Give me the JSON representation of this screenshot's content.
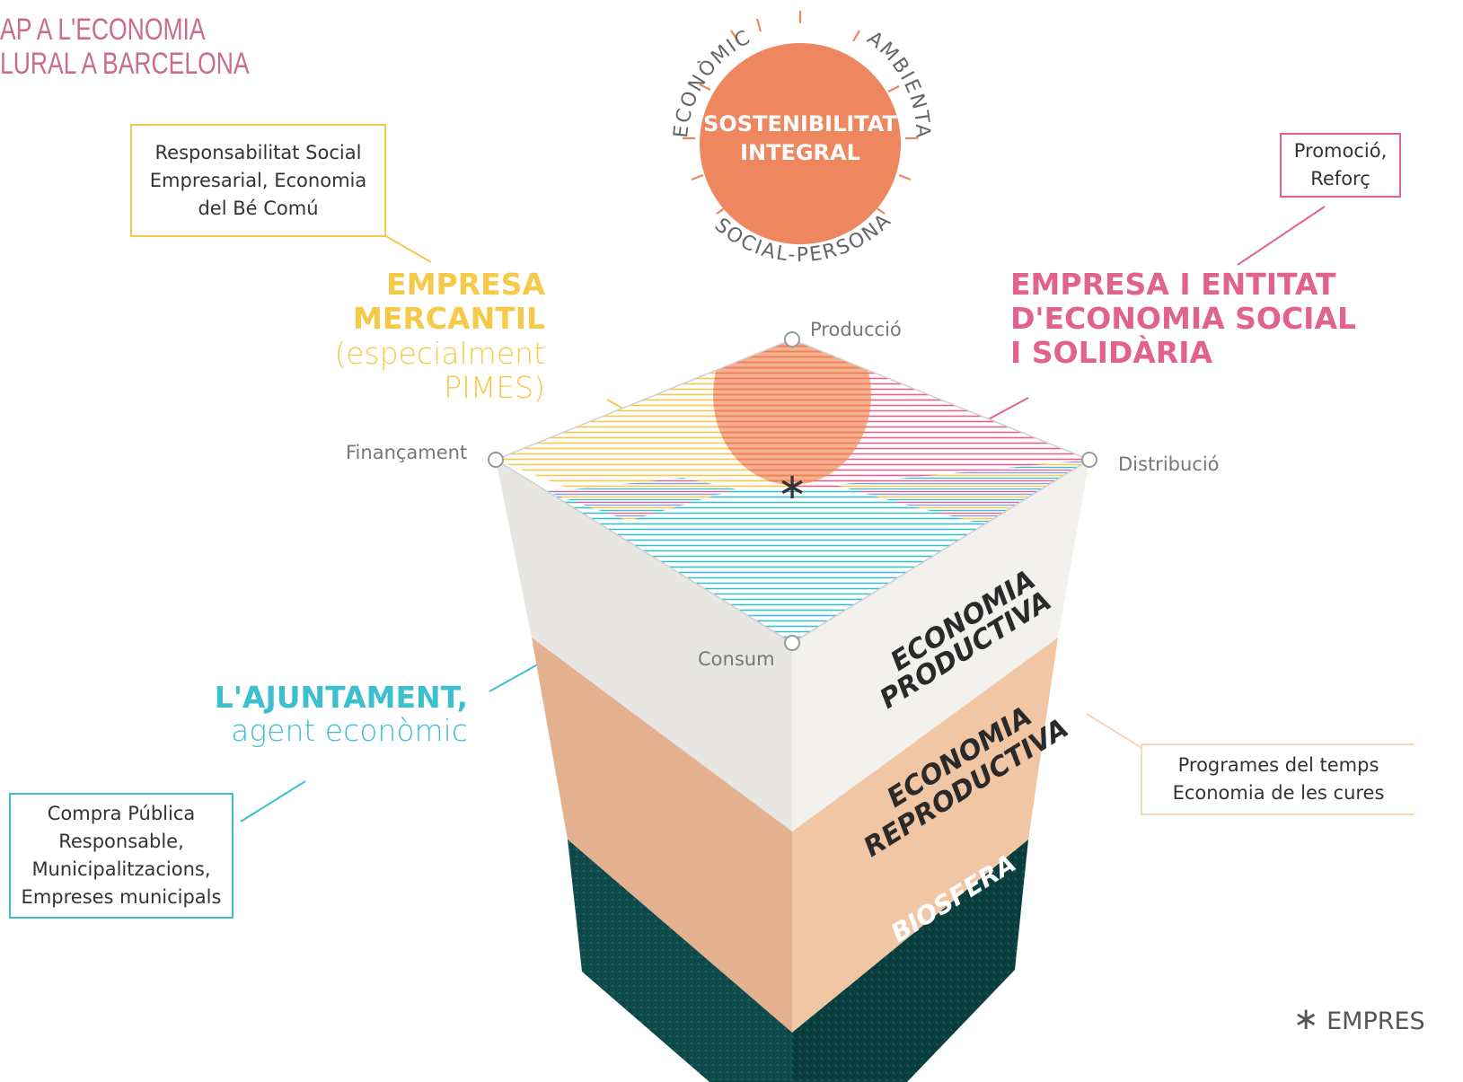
{
  "title": {
    "line1": "AP A L'ECONOMIA",
    "line2": "LURAL A BARCELONA"
  },
  "sun": {
    "label_line1": "SOSTENIBILITAT",
    "label_line2": "INTEGRAL",
    "arc_economica": "ECONÒMICA",
    "arc_ambiental": "AMBIENTAL",
    "arc_social": "SOCIAL-PERSONAL"
  },
  "boxes": {
    "rse": [
      "Responsabilitat Social",
      "Empresarial, Economia",
      "del Bé Comú"
    ],
    "promocio": [
      "Promoció,",
      "Reforç"
    ],
    "compra": [
      "Compra Pública",
      "Responsable,",
      "Municipalitzacions,",
      "Empreses municipals"
    ],
    "programes": [
      "Programes del temps",
      "Economia de les cures"
    ]
  },
  "headings": {
    "mercantil": [
      "EMPRESA",
      "MERCANTIL"
    ],
    "mercantil_sub": [
      "(especialment",
      "PIMES)"
    ],
    "ess": [
      "EMPRESA I  ENTITAT",
      "D'ECONOMIA SOCIAL",
      "I SOLIDÀRIA"
    ],
    "ajuntament": "L'AJUNTAMENT,",
    "ajuntament_sub": "agent econòmic"
  },
  "vertices": {
    "produccio": "Producció",
    "financament": "Finançament",
    "distribucio": "Distribució",
    "consum": "Consum"
  },
  "layers": {
    "productiva": [
      "ECONOMIA",
      "PRODUCTIVA"
    ],
    "reproductiva": [
      "ECONOMIA",
      "REPRODUCTIVA"
    ],
    "biosfera": "BIOSFERA"
  },
  "footnote": {
    "symbol": "∗",
    "text": "EMPRES"
  },
  "colors": {
    "title": "#c96d8f",
    "yellow": "#f7c948",
    "pink": "#e2628f",
    "teal": "#3cbfcf",
    "orange": "#ee8660",
    "peach": "#f3c9a8",
    "dark_teal": "#0f4a4a"
  }
}
